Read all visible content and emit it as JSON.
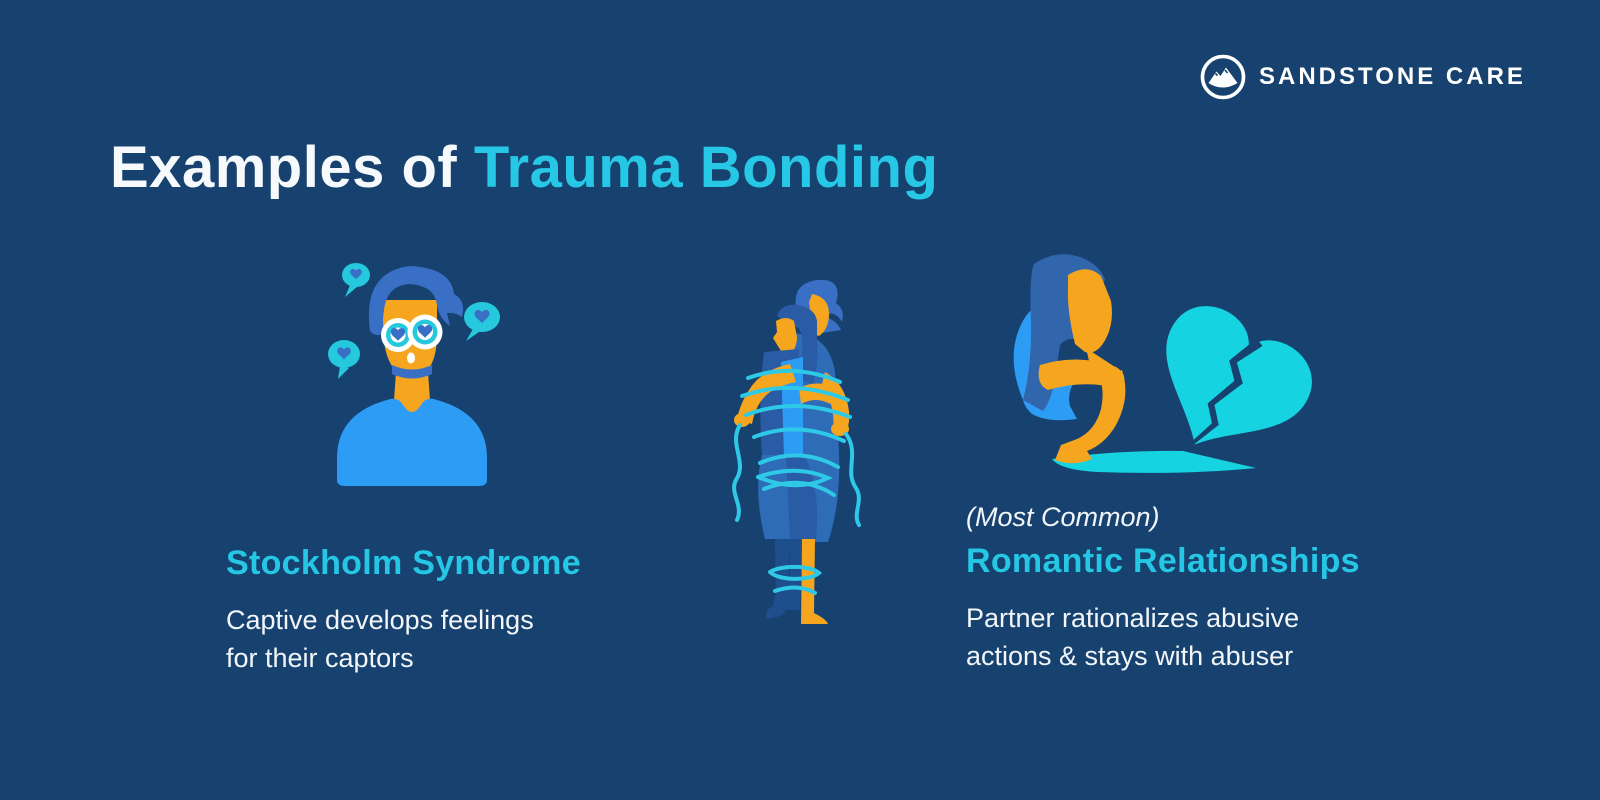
{
  "brand": {
    "name": "SANDSTONE CARE",
    "logo_icon": "mountain-in-circle"
  },
  "title": {
    "prefix": "Examples of ",
    "highlight": "Trauma Bonding"
  },
  "colors": {
    "background": "#17426f",
    "accent_cyan_text": "#25c7e5",
    "text_white": "#f2f6fa",
    "illustration_orange": "#f6a51f",
    "illustration_bright_blue": "#2d9cf4",
    "illustration_mid_blue": "#3a6fc6",
    "illustration_dark_blue": "#2a5ca6",
    "illustration_navy_blue": "#1f4e8c",
    "illustration_turquoise": "#25c8dc",
    "broken_heart_turquoise": "#16d3e2",
    "rope_cyan": "#2ec9e6"
  },
  "examples": [
    {
      "illustration": "person-with-heart-eyes-and-love-speech-bubbles",
      "heading": "Stockholm Syndrome",
      "description_lines": [
        "Captive develops feelings",
        "for their captors"
      ]
    },
    {
      "illustration": "couple-embracing-bound-by-rope"
    },
    {
      "illustration": "crying-person-beside-broken-heart",
      "qualifier": "(Most Common)",
      "heading": "Romantic Relationships",
      "description_lines": [
        "Partner rationalizes abusive",
        "actions & stays with abuser"
      ]
    }
  ]
}
